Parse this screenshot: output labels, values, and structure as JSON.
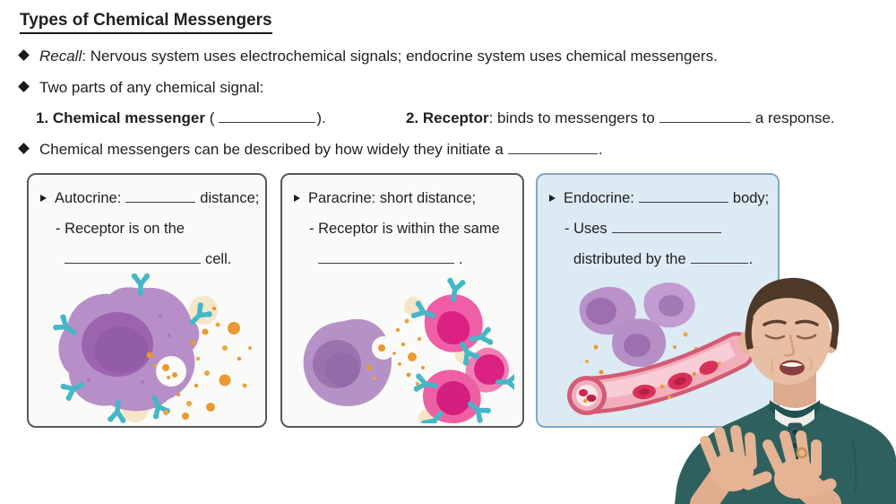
{
  "slide_title": "Types of Chemical Messengers",
  "bullets": {
    "recall": {
      "lead_italic": "Recall",
      "text": ": Nervous system uses electrochemical signals; endocrine system uses chemical messengers."
    },
    "two_parts": "Two parts of any chemical signal:",
    "part1": {
      "bold": "1. Chemical messenger",
      "open_paren": "(",
      "close_paren": ")."
    },
    "part2": {
      "bold": "2. Receptor",
      "mid": ":  binds to messengers to",
      "end": "a response."
    },
    "widely": {
      "text": "Chemical messengers can be described by how widely they initiate a",
      "end": "."
    }
  },
  "boxes": [
    {
      "name": "autocrine",
      "line1_label": "Autocrine:",
      "line1_end": "distance;",
      "line2": "- Receptor is on the",
      "line3_end": "cell."
    },
    {
      "name": "paracrine",
      "line1": "Paracrine: short distance;",
      "line2": "- Receptor is within the same",
      "line3_end": "."
    },
    {
      "name": "endocrine",
      "line1_label": "Endocrine:",
      "line1_end": "body;",
      "line2_label": "- Uses",
      "line3_label": "distributed by the",
      "line3_end": "."
    }
  ],
  "icons": {
    "bullet": "diamond-bullet-icon",
    "box_bullet": "triangle-bullet-icon",
    "autocrine_art": "autocrine-cell-illustration",
    "paracrine_art": "paracrine-cells-illustration",
    "endocrine_art": "endocrine-cells-blood-vessel-illustration",
    "instructor_art": "instructor-presenter"
  },
  "colors": {
    "highlight_box_bg": "#dceaf4",
    "highlight_box_border": "#7fa9bf",
    "plain_box_bg": "#fafaf8",
    "plain_box_border": "#58595b",
    "cell_purple": "#b88ec9",
    "nucleus_purple": "#9c64ae",
    "receptor_teal": "#45b7c6",
    "messenger_orange": "#e9992f",
    "pink_cell": "#ee64a7",
    "pink_nucleus": "#dc2385",
    "vessel_pink": "#f2aebc",
    "vessel_border": "#d45b74",
    "blood_cell_red": "#c12146",
    "shirt_teal": "#2e605d"
  }
}
